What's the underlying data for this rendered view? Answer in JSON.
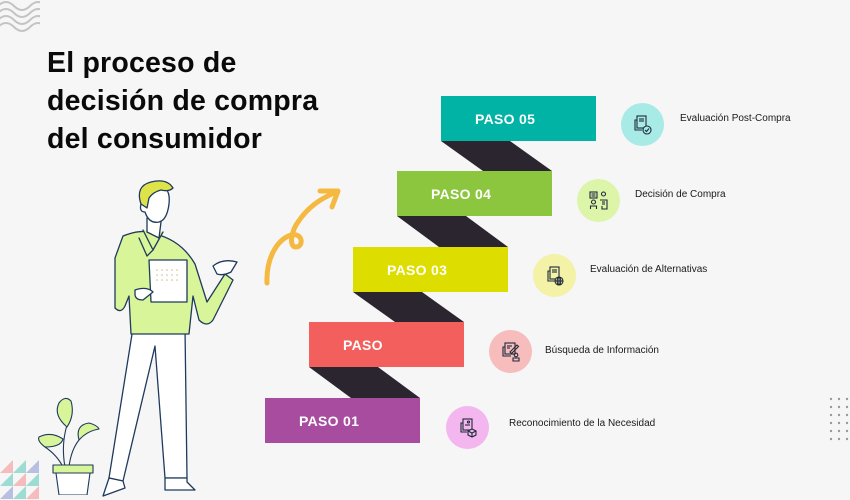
{
  "title": {
    "lines": [
      "El proceso de",
      "decisión de compra",
      "del consumidor"
    ]
  },
  "colors": {
    "background": "#f6f6f6",
    "connector": "#2b2530",
    "arrow": "#f5b942",
    "figure_shirt": "#d8f59a",
    "figure_hair": "#dfe34a",
    "outline": "#1f3a5c"
  },
  "steps": [
    {
      "label": "PASO 05",
      "description": "Evaluación Post-Compra",
      "color": "#00b3a4",
      "circle_color": "#a8ebe6",
      "icon": "document-check-icon"
    },
    {
      "label": "PASO 04",
      "description": "Decisión de Compra",
      "color": "#8cc63f",
      "circle_color": "#dcf5a8",
      "icon": "people-document-icon"
    },
    {
      "label": "PASO 03",
      "description": "Evaluación de Alternativas",
      "color": "#dedd00",
      "circle_color": "#f3f2a6",
      "icon": "document-globe-icon"
    },
    {
      "label": "PASO",
      "description": "Búsqueda de Información",
      "color": "#f25f5c",
      "circle_color": "#f7bcbc",
      "icon": "document-edit-person-icon"
    },
    {
      "label": "PASO 01",
      "description": "Reconocimiento de la Necesidad",
      "color": "#a84ca0",
      "circle_color": "#f3b6ee",
      "icon": "document-box-icon"
    }
  ]
}
